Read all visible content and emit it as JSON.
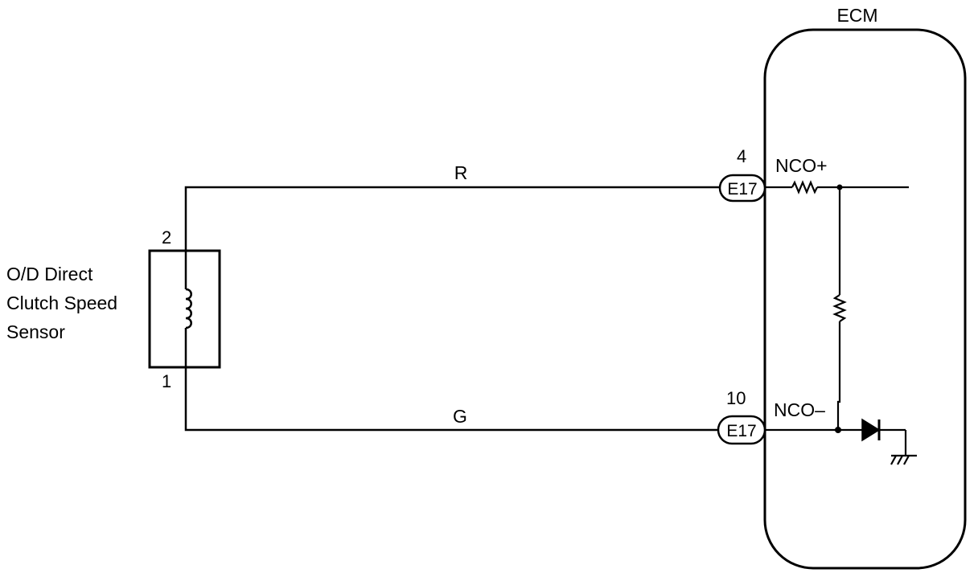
{
  "ecm": {
    "title": "ECM"
  },
  "sensor": {
    "label_line1": "O/D Direct",
    "label_line2": "Clutch Speed",
    "label_line3": "Sensor",
    "pin_top": "2",
    "pin_bottom": "1"
  },
  "wires": {
    "upper_color": "R",
    "lower_color": "G"
  },
  "connectors": {
    "upper": {
      "id": "E17",
      "pin": "4",
      "signal": "NCO+"
    },
    "lower": {
      "id": "E17",
      "pin": "10",
      "signal": "NCO–"
    }
  }
}
